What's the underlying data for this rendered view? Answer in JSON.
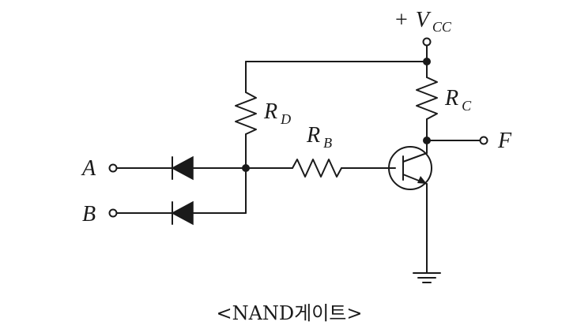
{
  "supply": {
    "sign": "+",
    "symbol": "V",
    "subscript": "CC"
  },
  "inputs": [
    {
      "name": "A"
    },
    {
      "name": "B"
    }
  ],
  "output": {
    "name": "F"
  },
  "resistors": {
    "rd": {
      "symbol": "R",
      "subscript": "D"
    },
    "rb": {
      "symbol": "R",
      "subscript": "B"
    },
    "rc": {
      "symbol": "R",
      "subscript": "C"
    }
  },
  "caption": "<NAND게이트>"
}
